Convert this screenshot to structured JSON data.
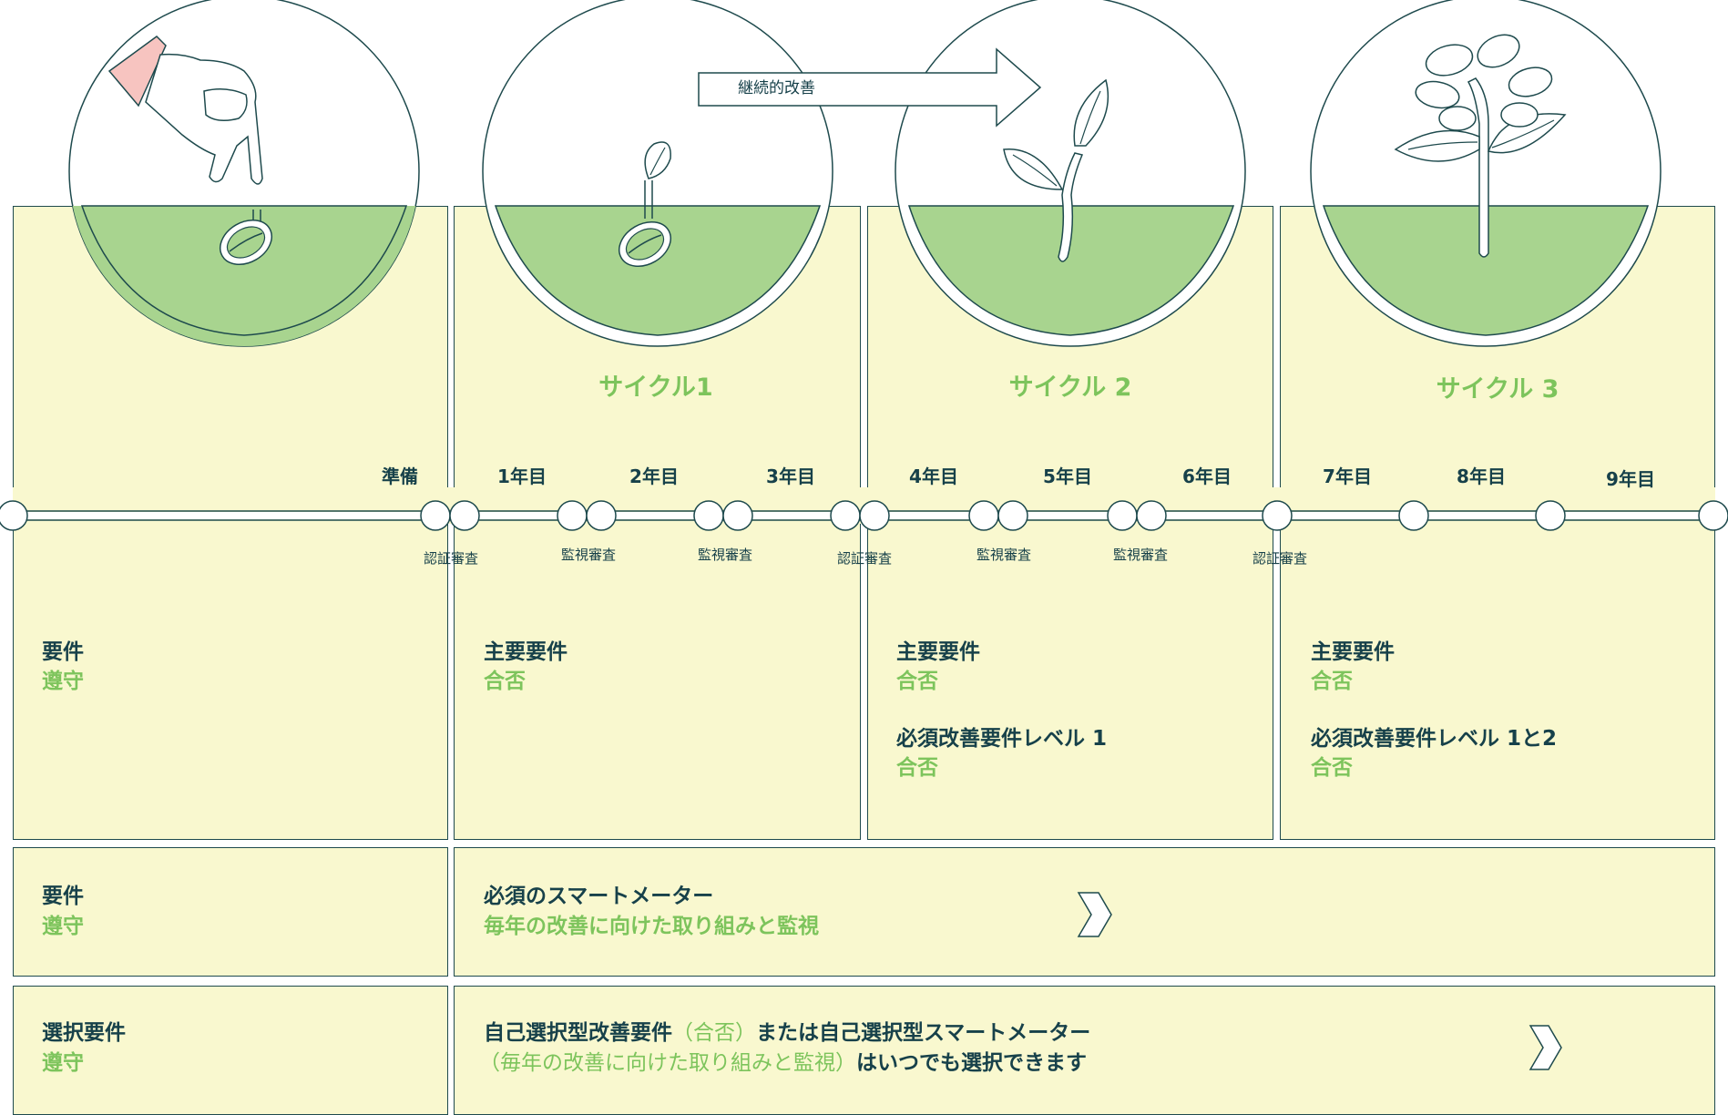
{
  "arrow_label": "継続的改善",
  "cycles": [
    "サイクル1",
    "サイクル 2",
    "サイクル 3"
  ],
  "years": [
    "準備",
    "1年目",
    "2年目",
    "3年目",
    "4年目",
    "5年目",
    "6年目",
    "7年目",
    "8年目",
    "9年目"
  ],
  "audits": [
    "認証審査",
    "監視審査",
    "監視審査",
    "認証審査",
    "監視審査",
    "監視審査",
    "認証審査"
  ],
  "requirements": {
    "prep": {
      "label": "要件",
      "value": "遵守"
    },
    "cycle1": {
      "label": "主要要件",
      "value": "合否"
    },
    "cycle2": {
      "label": "主要要件",
      "value": "合否",
      "label2": "必須改善要件レベル 1",
      "value2": "合否"
    },
    "cycle3": {
      "label": "主要要件",
      "value": "合否",
      "label2": "必須改善要件レベル 1と2",
      "value2": "合否"
    }
  },
  "row2": {
    "left_label": "要件",
    "left_value": "遵守",
    "main_label": "必須のスマートメーター",
    "main_value": "毎年の改善に向けた取り組みと監視"
  },
  "row3": {
    "left_label": "選択要件",
    "left_value": "遵守",
    "line1_dark": "自己選択型改善要件",
    "line1_green": "（合否）",
    "line1_dark2": "または自己選択型スマートメーター",
    "line2_green": "（毎年の改善に向けた取り組みと監視）",
    "line2_dark": "はいつでも選択できます"
  },
  "colors": {
    "panel": "#f9f8cf",
    "soil": "#a8d48f",
    "stroke": "#1e4a4d",
    "accent": "#7dc45c",
    "hand_nail": "#f7c4c0"
  }
}
